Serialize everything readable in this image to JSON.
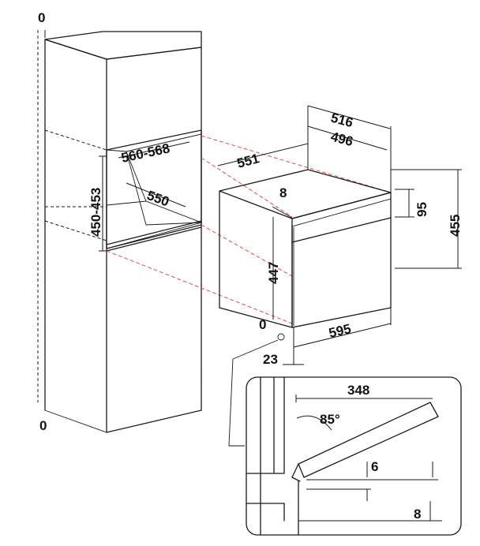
{
  "dimensions": {
    "top_zero": "0",
    "bottom_zero": "0",
    "niche_width": "560-568",
    "niche_depth": "550",
    "niche_height": "450-453",
    "depth_total": "551",
    "depth_516": "516",
    "depth_496": "496",
    "front_offset": "8",
    "panel_95": "95",
    "height_455": "455",
    "height_447": "447",
    "oven_zero": "0",
    "width_595": "595",
    "gap_23": "23",
    "door_348": "348",
    "door_angle": "85°",
    "detail_6": "6",
    "detail_8": "8"
  }
}
